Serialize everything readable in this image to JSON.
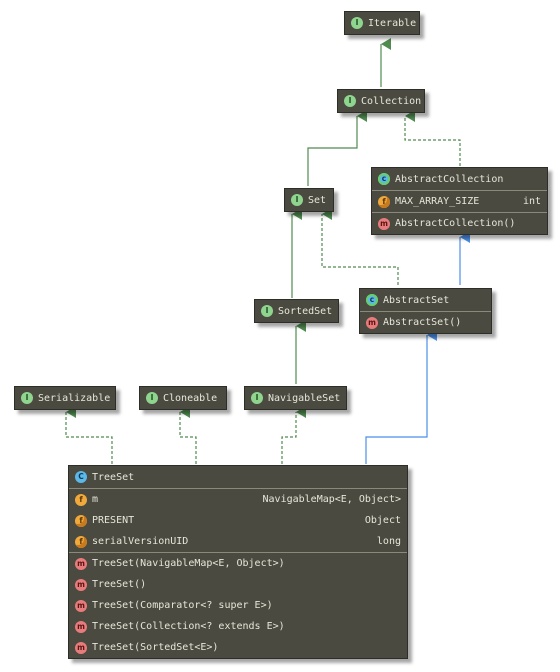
{
  "nodes": {
    "iterable": {
      "kind": "I",
      "name": "Iterable"
    },
    "collection": {
      "kind": "I",
      "name": "Collection"
    },
    "abstract_collection": {
      "kind": "C",
      "name": "AbstractCollection",
      "fields": [
        {
          "icon": "f",
          "name": "MAX_ARRAY_SIZE",
          "type": "int"
        }
      ],
      "methods": [
        {
          "icon": "m",
          "name": "AbstractCollection()"
        }
      ]
    },
    "set": {
      "kind": "I",
      "name": "Set"
    },
    "sorted_set": {
      "kind": "I",
      "name": "SortedSet"
    },
    "abstract_set": {
      "kind": "C",
      "name": "AbstractSet",
      "methods": [
        {
          "icon": "m",
          "name": "AbstractSet()"
        }
      ]
    },
    "serializable": {
      "kind": "I",
      "name": "Serializable"
    },
    "cloneable": {
      "kind": "I",
      "name": "Cloneable"
    },
    "navigable_set": {
      "kind": "I",
      "name": "NavigableSet"
    },
    "tree_set": {
      "kind": "C",
      "name": "TreeSet",
      "fields": [
        {
          "icon": "f",
          "name": "m",
          "type": "NavigableMap<E, Object>"
        },
        {
          "icon": "f",
          "name": "PRESENT",
          "type": "Object"
        },
        {
          "icon": "f",
          "name": "serialVersionUID",
          "type": "long"
        }
      ],
      "methods": [
        {
          "icon": "m",
          "name": "TreeSet(NavigableMap<E, Object>)"
        },
        {
          "icon": "m",
          "name": "TreeSet()"
        },
        {
          "icon": "m",
          "name": "TreeSet(Comparator<? super E>)"
        },
        {
          "icon": "m",
          "name": "TreeSet(Collection<? extends E>)"
        },
        {
          "icon": "m",
          "name": "TreeSet(SortedSet<E>)"
        }
      ]
    }
  },
  "colors": {
    "interface_edge": "#4f8a4f",
    "extends_edge": "#4a8fe8",
    "node_bg": "#4a4a40"
  }
}
